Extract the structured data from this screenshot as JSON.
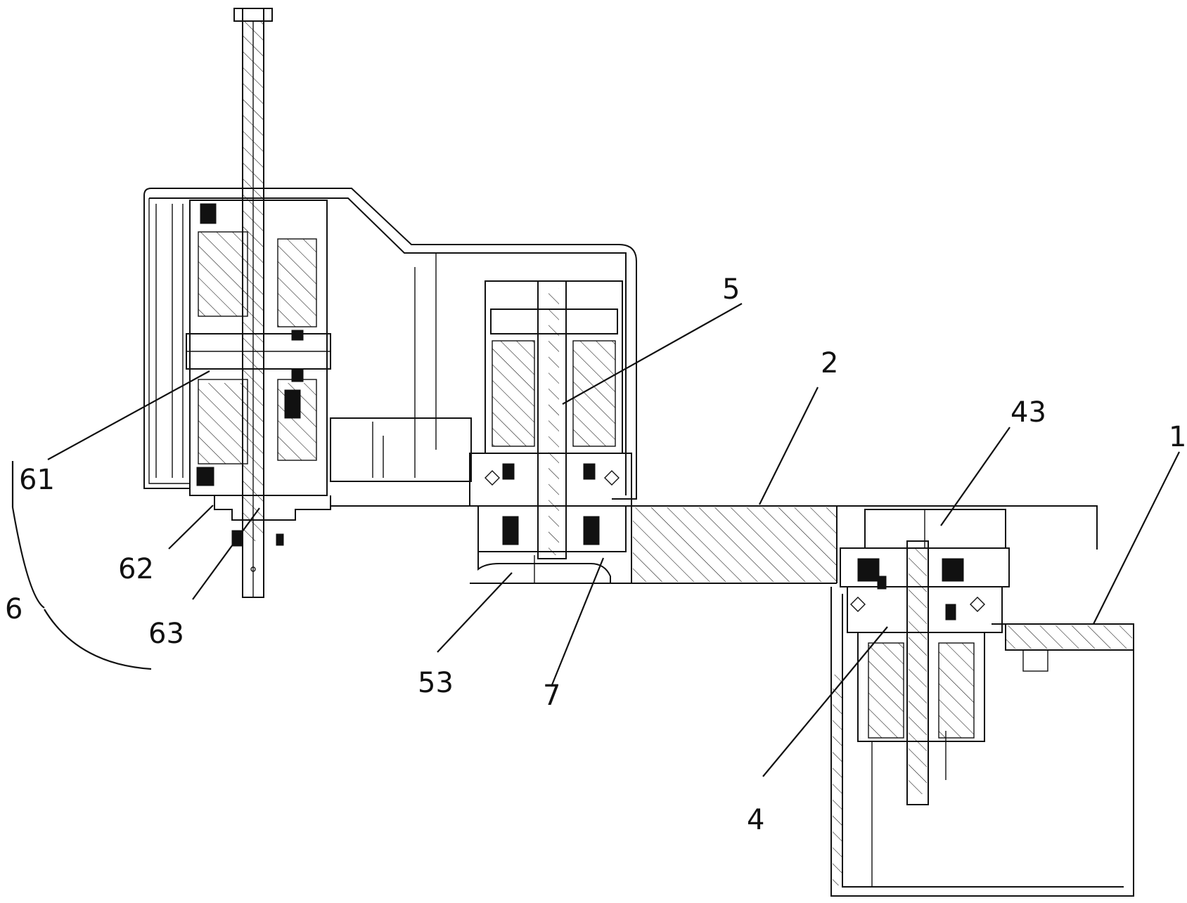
{
  "labels": {
    "l1": "1",
    "l2": "2",
    "l4": "4",
    "l5": "5",
    "l6": "6",
    "l7": "7",
    "l43": "43",
    "l53": "53",
    "l61": "61",
    "l62": "62",
    "l63": "63"
  }
}
